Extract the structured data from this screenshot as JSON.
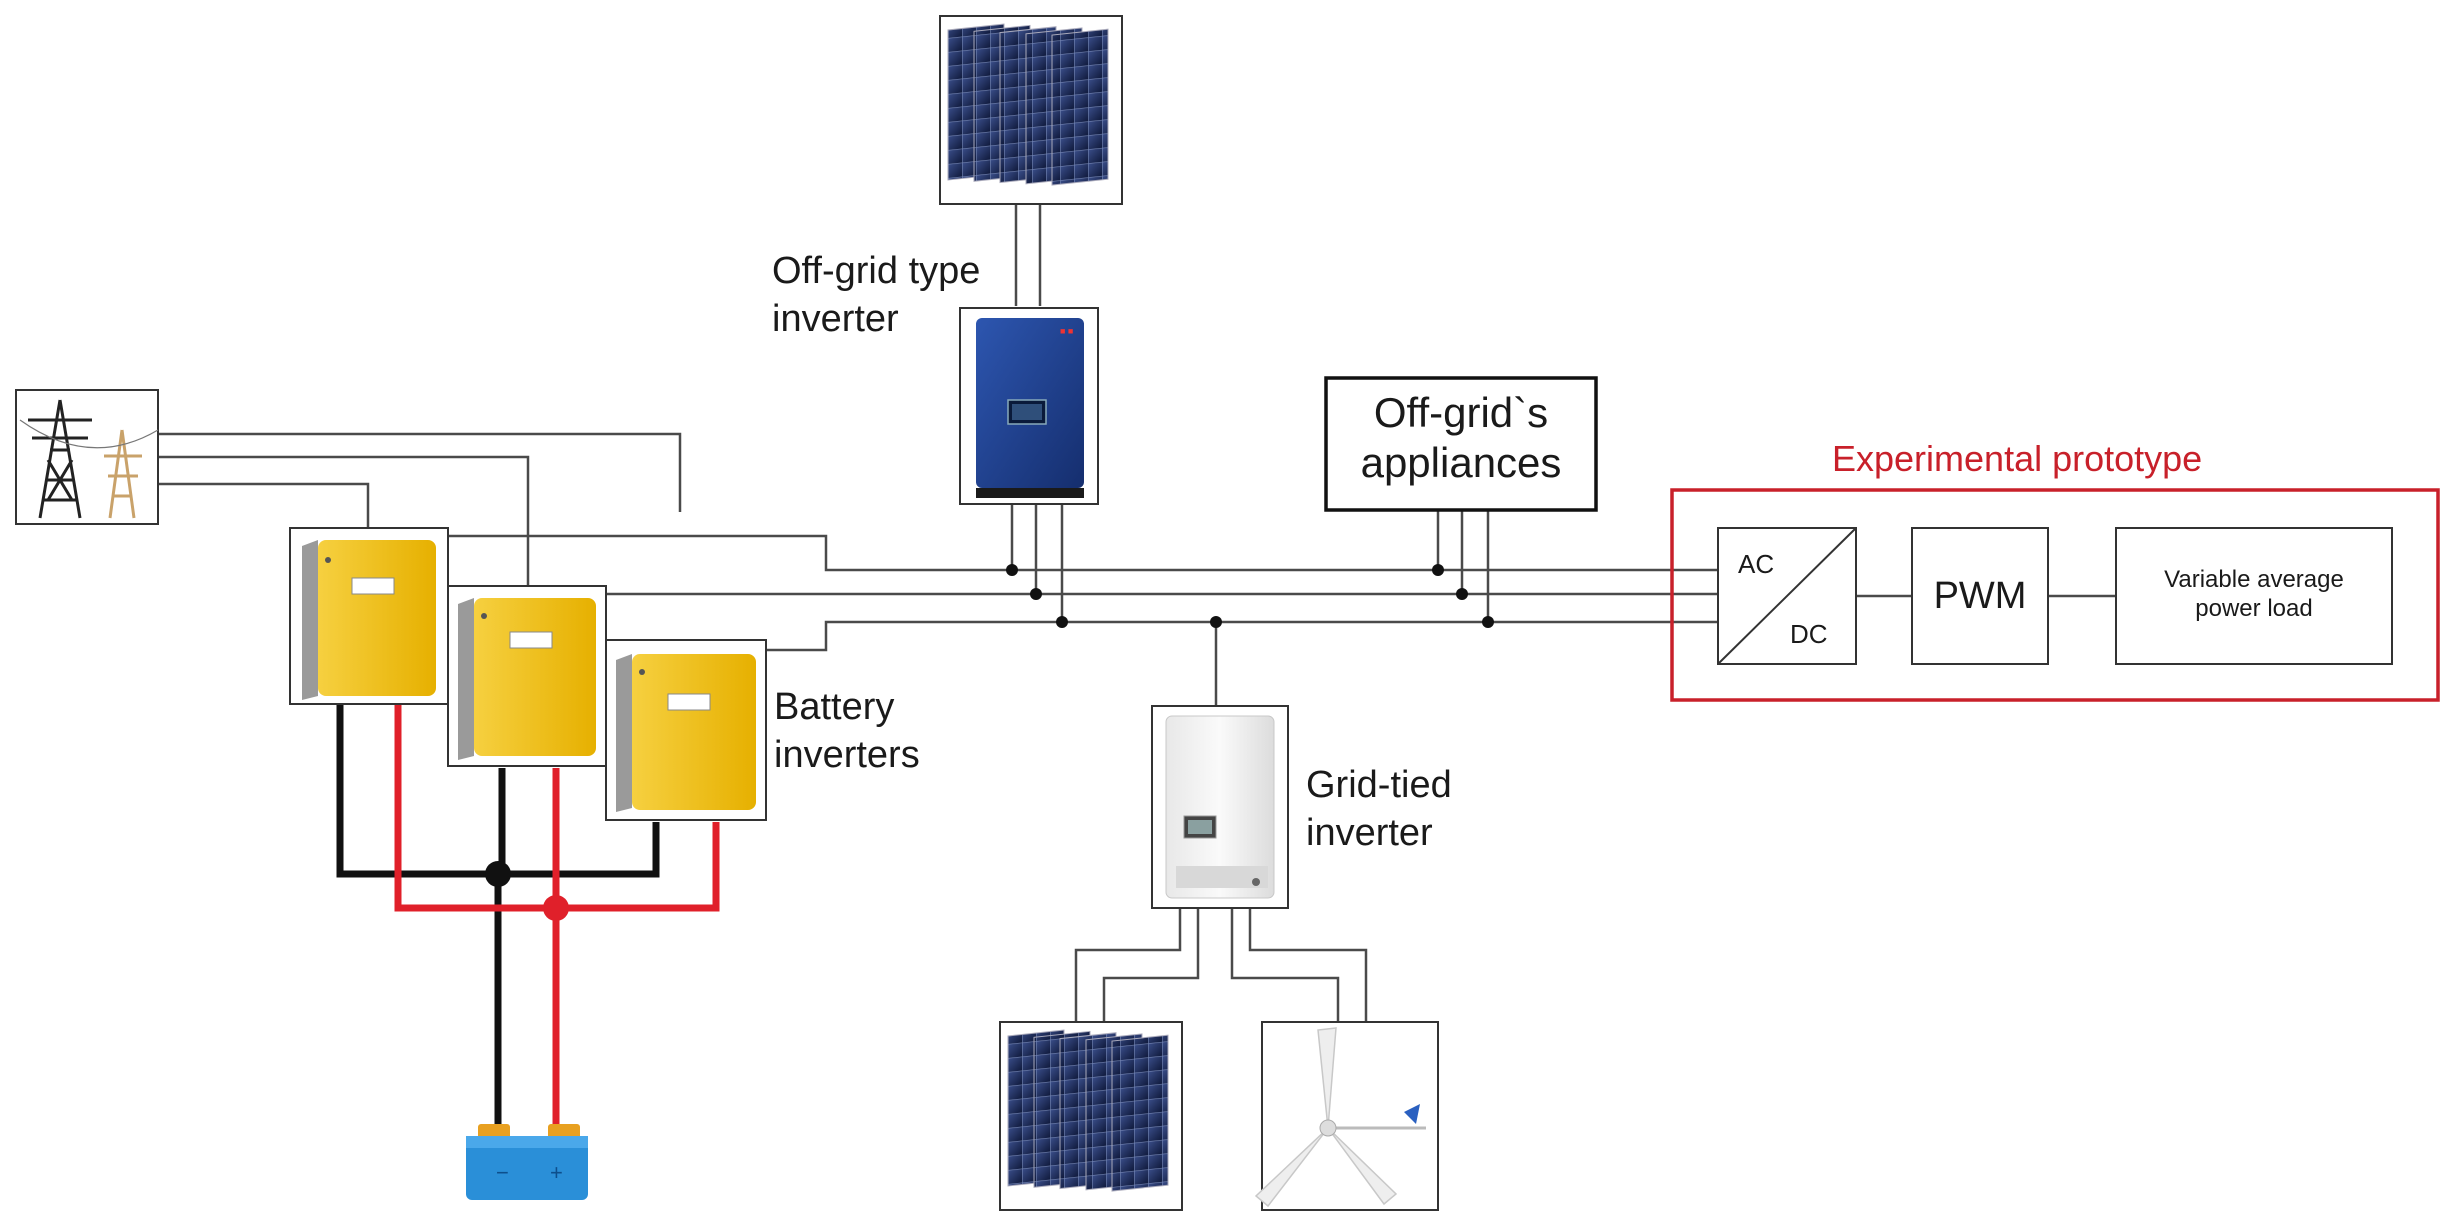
{
  "labels": {
    "offgrid_inverter": [
      "Off-grid type",
      "inverter"
    ],
    "battery_inverters": [
      "Battery",
      "inverters"
    ],
    "grid_tied_inverter": [
      "Grid-tied",
      "inverter"
    ],
    "appliances": [
      "Off-grid`s",
      "appliances"
    ],
    "prototype_title": "Experimental prototype",
    "acdc_ac": "AC",
    "acdc_dc": "DC",
    "pwm": "PWM",
    "load": [
      "Variable average",
      "power load"
    ]
  },
  "colors": {
    "wire": "#4a4a4a",
    "dc_negative": "#111111",
    "dc_positive": "#e0202a",
    "prototype_frame": "#c8202a",
    "battery_inverter_body": "#f2c21a",
    "offgrid_inverter_body": "#1f3f8c",
    "solar_panel": "#1c2a5a",
    "battery_body": "#2a8fd8",
    "battery_terminal": "#e8a020"
  },
  "icons": {
    "grid": "power-pylon-icon",
    "solar": "solar-panel-icon",
    "wind": "wind-turbine-icon",
    "battery": "battery-icon"
  }
}
